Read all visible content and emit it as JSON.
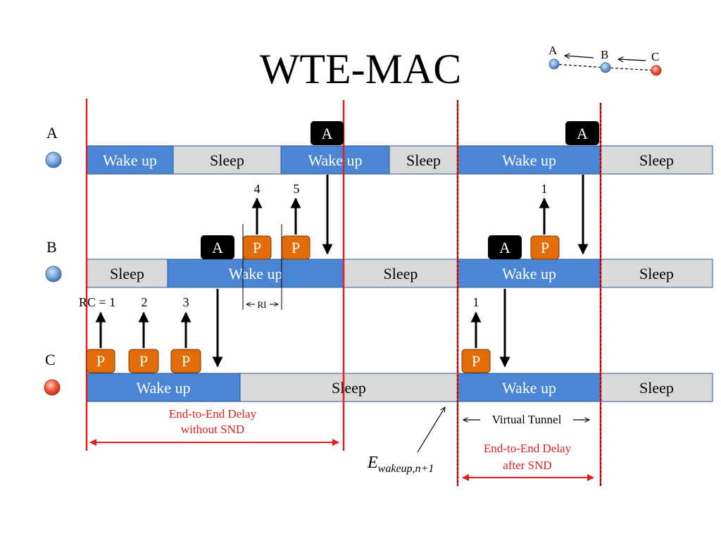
{
  "title": "WTE-MAC",
  "legend": {
    "a": "A",
    "b": "B",
    "c": "C"
  },
  "nodes": {
    "a": "A",
    "b": "B",
    "c": "C"
  },
  "colors": {
    "wake": "#4a86d4",
    "sleep": "#d9d9d9",
    "packet": "#e36c0a",
    "ack": "#000000",
    "boundary": "#e02020",
    "note": "#e02020"
  },
  "timelines": {
    "a": [
      {
        "label": "Wake up",
        "state": "wake"
      },
      {
        "label": "Sleep",
        "state": "sleep"
      },
      {
        "label": "Wake up",
        "state": "wake"
      },
      {
        "label": "Sleep",
        "state": "sleep"
      },
      {
        "label": "Wake up",
        "state": "wake"
      },
      {
        "label": "Sleep",
        "state": "sleep"
      }
    ],
    "b": [
      {
        "label": "Sleep",
        "state": "sleep"
      },
      {
        "label": "Wake up",
        "state": "wake"
      },
      {
        "label": "Sleep",
        "state": "sleep"
      },
      {
        "label": "Wake up",
        "state": "wake"
      },
      {
        "label": "Sleep",
        "state": "sleep"
      }
    ],
    "c": [
      {
        "label": "Wake up",
        "state": "wake"
      },
      {
        "label": "Sleep",
        "state": "sleep"
      },
      {
        "label": "Wake up",
        "state": "wake"
      },
      {
        "label": "Sleep",
        "state": "sleep"
      }
    ]
  },
  "packet_label": "P",
  "ack_label": "A",
  "counts": {
    "b1": "4",
    "b2": "5",
    "b3": "1",
    "c1": "RC = 1",
    "c2": "2",
    "c3": "3",
    "c4": "1"
  },
  "ri_label": "RI",
  "annotations": {
    "e2e_without_line1": "End-to-End Delay",
    "e2e_without_line2": "without SND",
    "virtual_tunnel": "Virtual Tunnel",
    "e2e_after_line1": "End-to-End Delay",
    "e2e_after_line2": "after SND",
    "ewakeup_main": "E",
    "ewakeup_sub": "wakeup,n+1"
  }
}
